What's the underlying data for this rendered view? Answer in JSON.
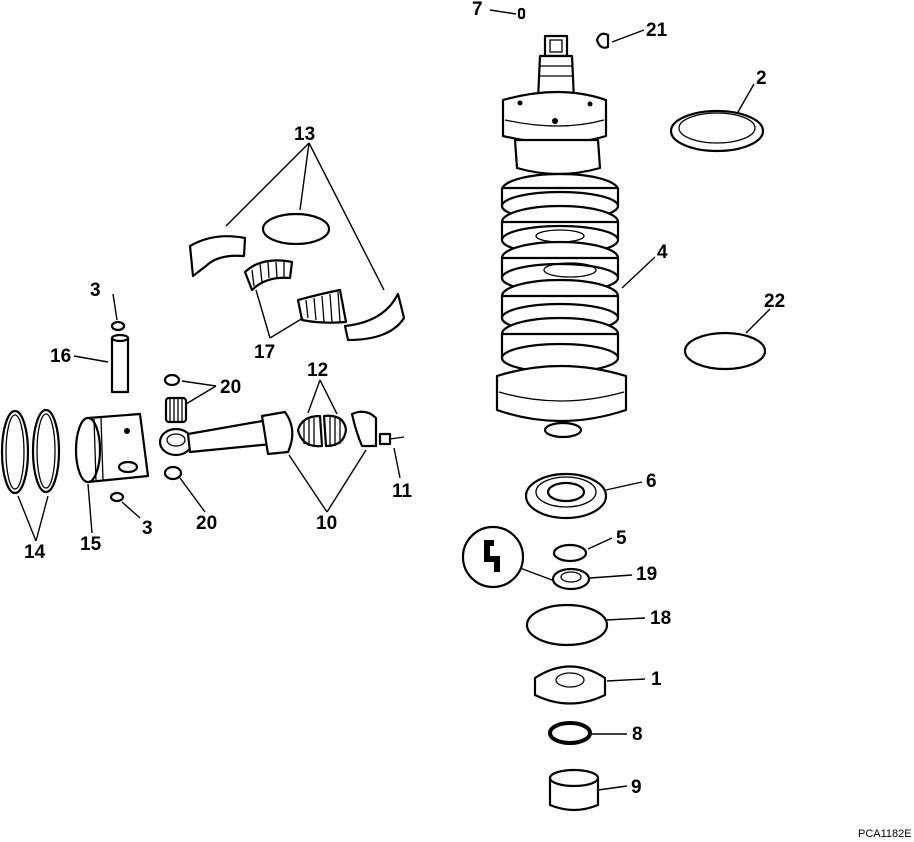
{
  "figure_code": "PCA1182E",
  "callouts": {
    "c1": "1",
    "c2": "2",
    "c3a": "3",
    "c3b": "3",
    "c4": "4",
    "c5": "5",
    "c6": "6",
    "c7": "7",
    "c8": "8",
    "c9": "9",
    "c10": "10",
    "c11": "11",
    "c12": "12",
    "c13": "13",
    "c14": "14",
    "c15": "15",
    "c16": "16",
    "c17": "17",
    "c18": "18",
    "c19": "19",
    "c20a": "20",
    "c20b": "20",
    "c21": "21",
    "c22": "22"
  }
}
